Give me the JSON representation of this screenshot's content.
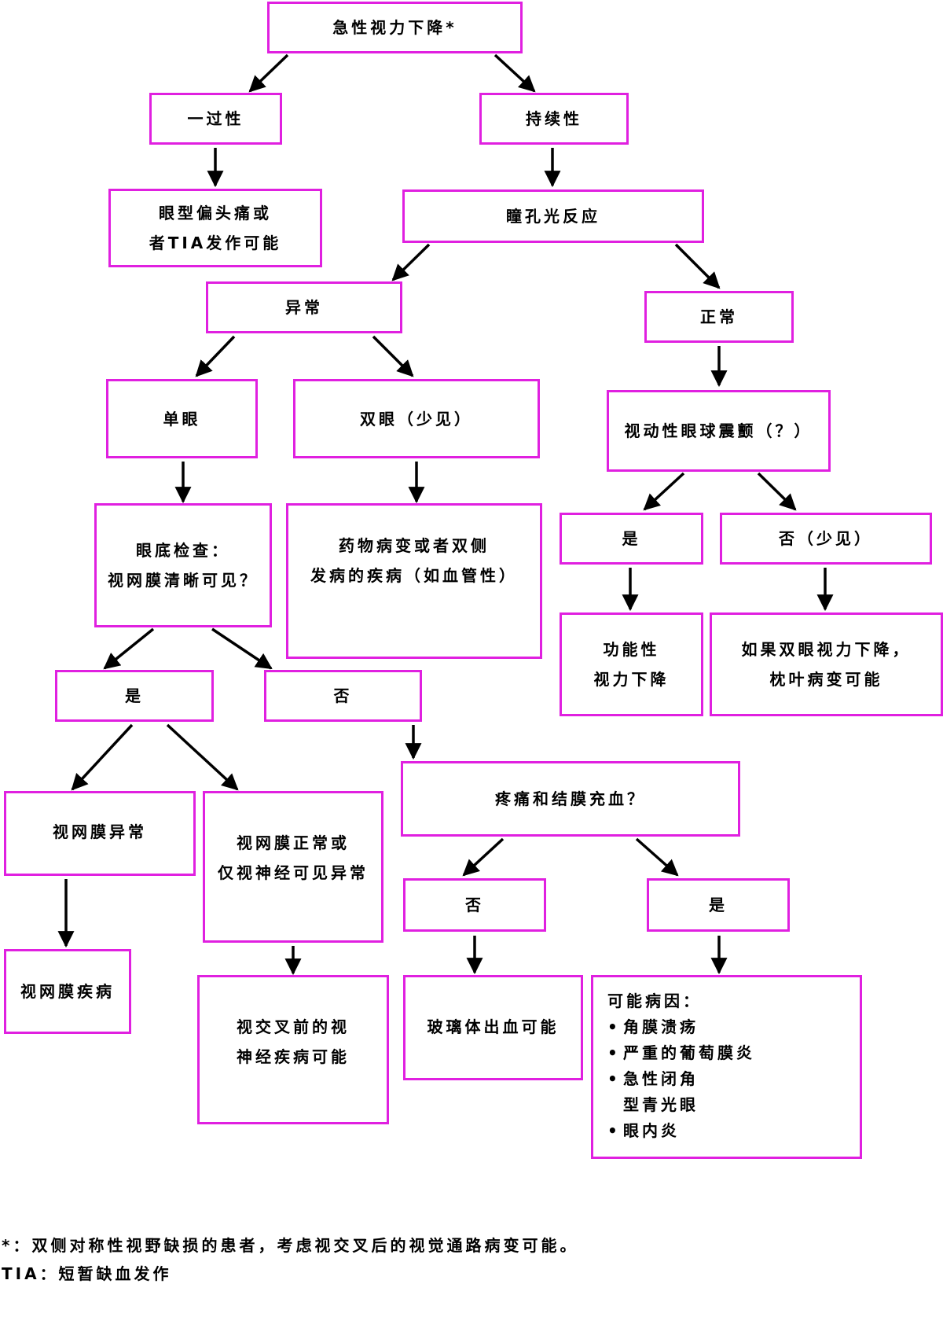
{
  "nodes": {
    "root": "急性视力下降*",
    "transient": "一过性",
    "persistent": "持续性",
    "migraine_1": "眼型偏头痛或",
    "migraine_2": "者TIA发作可能",
    "pupil": "瞳孔光反应",
    "abnormal": "异常",
    "normal": "正常",
    "mono": "单眼",
    "bino": "双眼（少见）",
    "okn": "视动性眼球震颤（？）",
    "fundus_1": "眼底检查：",
    "fundus_2": "视网膜清晰可见？",
    "drug_1": "药物病变或者双侧",
    "drug_2": "发病的疾病（如血管性）",
    "okn_yes": "是",
    "okn_no": "否（少见）",
    "functional_1": "功能性",
    "functional_2": "视力下降",
    "occipital_1": "如果双眼视力下降，",
    "occipital_2": "枕叶病变可能",
    "fundus_yes": "是",
    "fundus_no": "否",
    "pain": "疼痛和结膜充血？",
    "retina_abn": "视网膜异常",
    "retina_norm_1": "视网膜正常或",
    "retina_norm_2": "仅视神经可见异常",
    "pain_no": "否",
    "pain_yes": "是",
    "retina_dis": "视网膜疾病",
    "optic_1": "视交叉前的视",
    "optic_2": "神经疾病可能",
    "vitreous": "玻璃体出血可能",
    "causes_title": "可能病因：",
    "cause_1": "角膜溃疡",
    "cause_2": "严重的葡萄膜炎",
    "cause_3a": "急性闭角",
    "cause_3b": "型青光眼",
    "cause_4": "眼内炎"
  },
  "footnotes": {
    "note_1": "*：双侧对称性视野缺损的患者，考虑视交叉后的视觉通路病变可能。",
    "note_2": "TIA：短暂缺血发作"
  },
  "colors": {
    "box_border": "#e020e0",
    "arrow": "#000000"
  }
}
